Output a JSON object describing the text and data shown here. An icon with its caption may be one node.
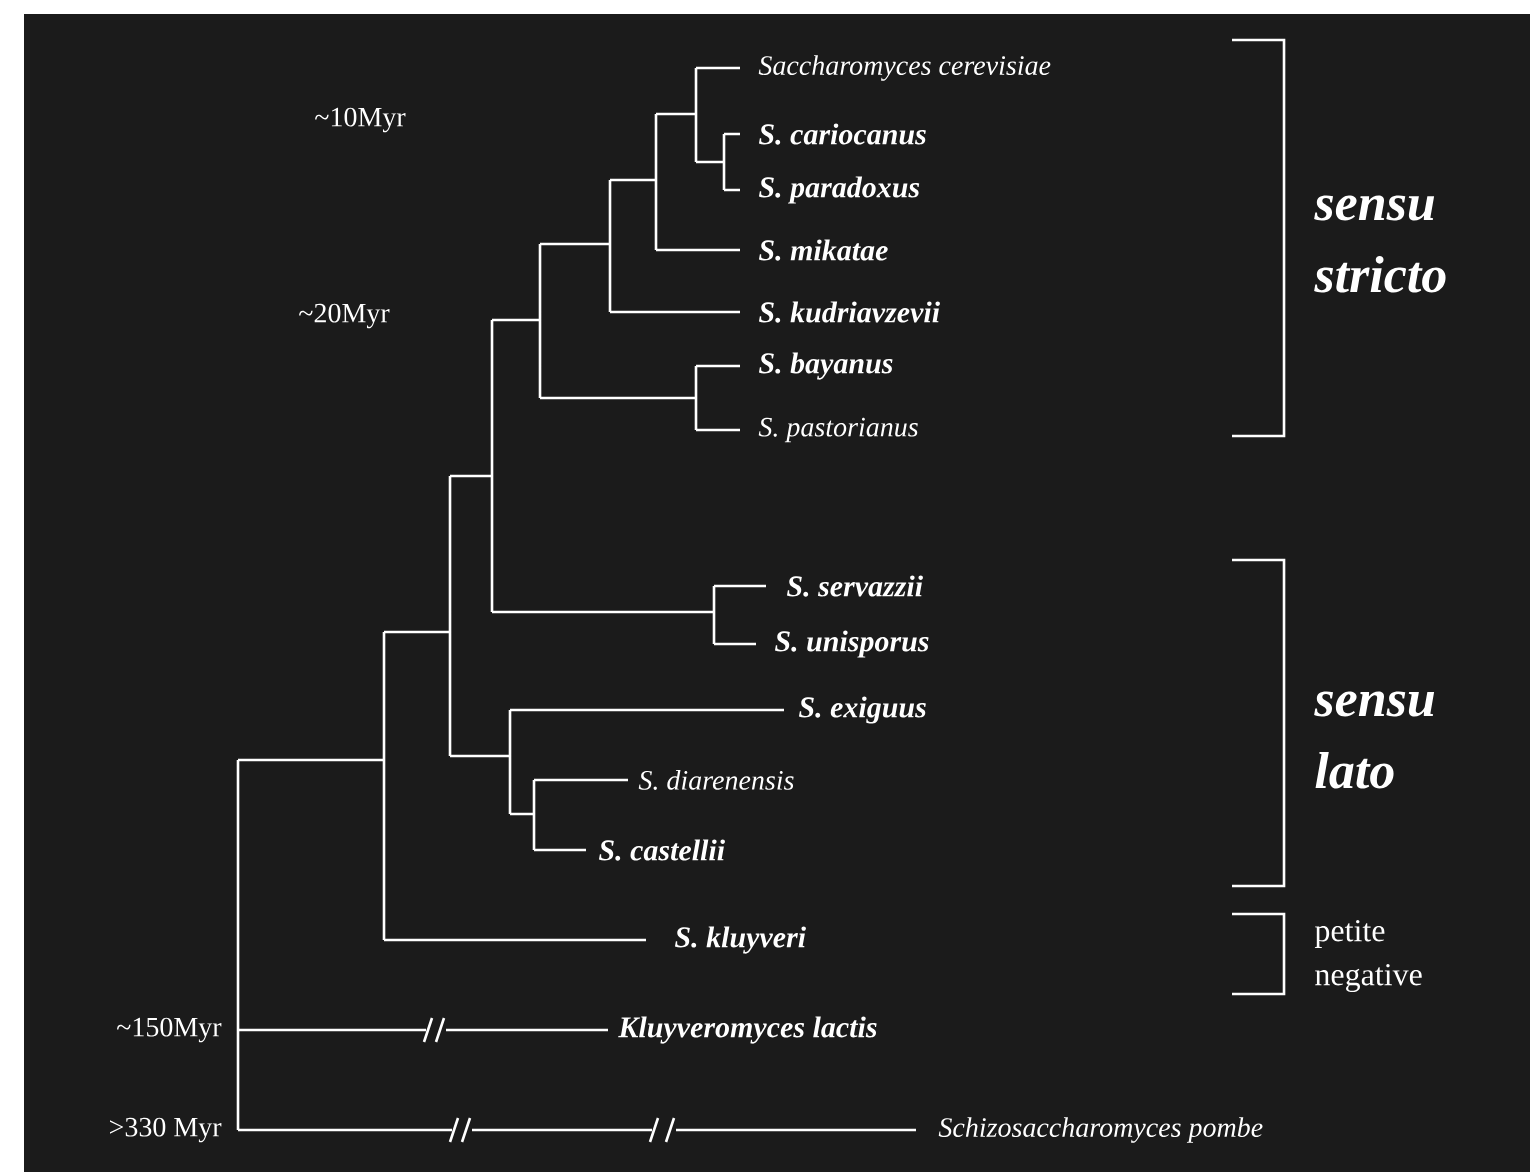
{
  "diagram": {
    "labels": [
      "~10Myr",
      "~20Myr",
      "Saccharomyces cerevisiae",
      "S. cariocanus",
      "S. paradoxus",
      "S. mikatae",
      "S. kudriavzevii",
      "S. bayanus",
      "S. pastorianus",
      "S. servazzii",
      "S. unisporus",
      "S. exiguus",
      "S. diarenensis",
      "S. castellii",
      "S. kluyveri",
      "Kluyveromyces lactis",
      "Schizosaccharomyces pombe",
      "sensu stricto",
      "sensu lato",
      "petite negative",
      "~150Myr",
      ">330 Myr"
    ]
  }
}
